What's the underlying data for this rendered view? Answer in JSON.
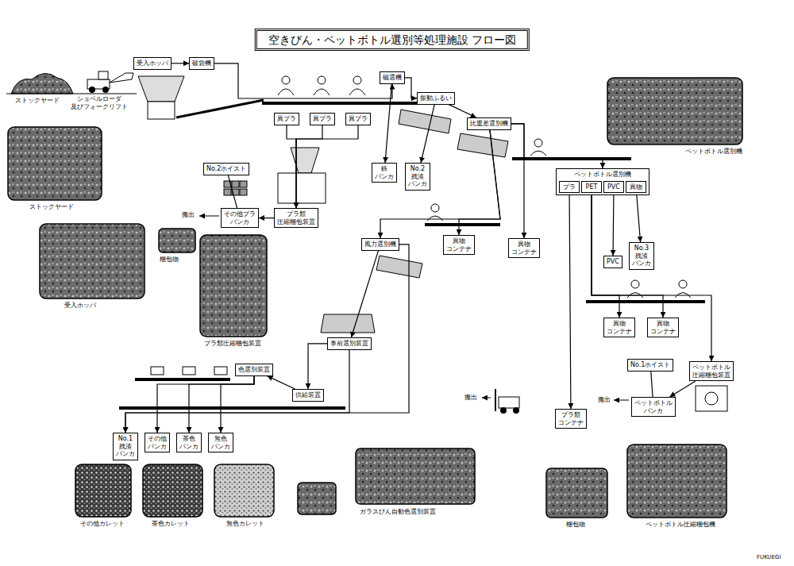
{
  "diagram": {
    "title": "空きびん・ペットボトル選別等処理施設 フロー図",
    "nodes": [
      {
        "text": [
          "受入ホッパ"
        ]
      },
      {
        "text": [
          "破袋機"
        ]
      },
      {
        "text": [
          "磁選機"
        ]
      },
      {
        "text": [
          "異プラ"
        ]
      },
      {
        "text": [
          "異プラ"
        ]
      },
      {
        "text": [
          "異プラ"
        ]
      },
      {
        "text": [
          "鉄 バンカ"
        ]
      },
      {
        "text": [
          "No.2 残渣 バンカ"
        ]
      },
      {
        "text": [
          "振動ふるい"
        ]
      },
      {
        "text": [
          "比重差選別機"
        ]
      },
      {
        "text": [
          "プラ類 圧縮梱包装置"
        ]
      },
      {
        "text": [
          "その他プラ バンカ"
        ]
      },
      {
        "text": [
          "No.2ホイスト"
        ]
      },
      {
        "text": [
          "異物",
          "コンテナ"
        ]
      },
      {
        "text": [
          "異物",
          "コンテナ"
        ]
      },
      {
        "text": [
          "風力選別機"
        ]
      },
      {
        "text": [
          "事前選別装置"
        ]
      },
      {
        "text": [
          "色選別装置"
        ]
      },
      {
        "text": [
          "供給装置"
        ]
      },
      {
        "text": [
          "No.1 残渣 バンカ"
        ]
      },
      {
        "text": [
          "その他 バンカ"
        ]
      },
      {
        "text": [
          "茶色 バンカ"
        ]
      },
      {
        "text": [
          "無色 バンカ"
        ]
      },
      {
        "text": [
          "ペットボトル選別機"
        ]
      },
      {
        "text": [
          "プラ"
        ],
        "in": 23
      },
      {
        "text": [
          "PET"
        ],
        "in": 23
      },
      {
        "text": [
          "PVC"
        ],
        "in": 23
      },
      {
        "text": [
          "異物"
        ],
        "in": 23
      },
      {
        "text": [
          "PVC"
        ]
      },
      {
        "text": [
          "No.3 残渣 バンカ"
        ]
      },
      {
        "text": [
          "異物",
          "コンテナ"
        ]
      },
      {
        "text": [
          "異物",
          "コンテナ"
        ]
      },
      {
        "text": [
          "No.1ホイスト"
        ]
      },
      {
        "text": [
          "ペットボトル バンカ"
        ]
      },
      {
        "text": [
          "ペットボトル 圧縮梱包装置"
        ]
      },
      {
        "text": [
          "プラ類 コンテナ"
        ]
      }
    ],
    "edges": [
      {
        "from": 0,
        "to": 1,
        "arrow": "to"
      },
      {
        "from": 1,
        "to": 2,
        "arrow": "to"
      },
      {
        "from": 2,
        "to": 6,
        "arrow": "to"
      },
      {
        "from": 2,
        "to": 8,
        "arrow": "to"
      },
      {
        "from": 3,
        "to": 10,
        "arrow": "to"
      },
      {
        "from": 4,
        "to": 10,
        "arrow": "to"
      },
      {
        "from": 5,
        "to": 10,
        "arrow": "to"
      },
      {
        "from": 10,
        "to": 11,
        "arrow": "to"
      },
      {
        "from": 12,
        "to": 11,
        "arrow": "none"
      },
      {
        "from": 8,
        "to": 7,
        "arrow": "to"
      },
      {
        "from": 8,
        "to": 9,
        "arrow": "to"
      },
      {
        "from": 9,
        "to": 13,
        "arrow": "to"
      },
      {
        "from": 9,
        "to": 15,
        "arrow": "to"
      },
      {
        "from": 9,
        "to": 14,
        "arrow": "to"
      },
      {
        "from": 9,
        "to": 23,
        "arrow": "to"
      },
      {
        "from": 15,
        "to": 16,
        "arrow": "to"
      },
      {
        "from": 15,
        "to": 19,
        "arrow": "to"
      },
      {
        "from": 16,
        "to": 19,
        "arrow": "to"
      },
      {
        "from": 16,
        "to": 18,
        "arrow": "to"
      },
      {
        "from": 18,
        "to": 17,
        "arrow": "to"
      },
      {
        "from": 17,
        "to": 20,
        "arrow": "to"
      },
      {
        "from": 17,
        "to": 21,
        "arrow": "to"
      },
      {
        "from": 17,
        "to": 22,
        "arrow": "to"
      },
      {
        "from": 24,
        "to": 35,
        "arrow": "to"
      },
      {
        "from": 25,
        "to": 30,
        "arrow": "to"
      },
      {
        "from": 25,
        "to": 31,
        "arrow": "to"
      },
      {
        "from": 25,
        "to": 34,
        "arrow": "to"
      },
      {
        "from": 26,
        "to": 28,
        "arrow": "to"
      },
      {
        "from": 27,
        "to": 29,
        "arrow": "to"
      },
      {
        "from": 34,
        "to": 33,
        "arrow": "to"
      },
      {
        "from": 32,
        "to": 33,
        "arrow": "none"
      }
    ],
    "labels": [
      "ストックヤード",
      "ショベルローダ 及びフォークリフト",
      "ストックヤード",
      "受入ホッパ",
      "梱包物",
      "プラ類圧縮梱包装置",
      "ペットボトル選別機",
      "搬出",
      "搬出",
      "搬出",
      "その他カレット",
      "茶色カレット",
      "無色カレット",
      "ガラスびん自動色選別装置",
      "梱包物",
      "ペットボトル圧縮梱包機",
      "FUKUEGI"
    ]
  }
}
